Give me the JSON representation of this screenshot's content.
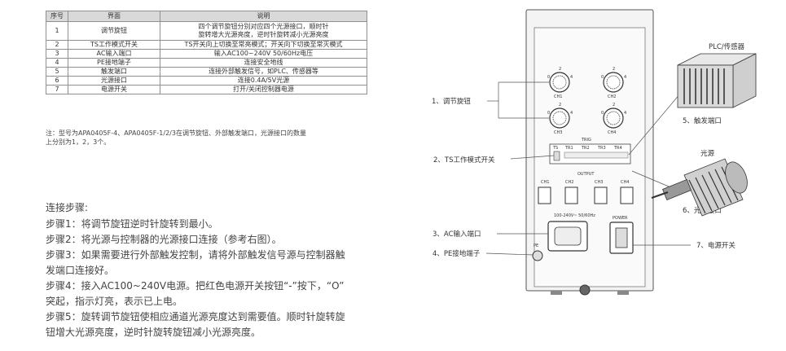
{
  "table": {
    "headers": [
      "序号",
      "界面",
      "说明"
    ],
    "rows": [
      {
        "no": "1",
        "name": "调节旋钮",
        "desc": [
          "四个调节旋钮分别对应四个光源接口，顺时针",
          "旋转增大光源亮度，逆时针旋转减小光源亮度"
        ]
      },
      {
        "no": "2",
        "name": "TS工作模式开关",
        "desc": [
          "TS开关向上切换至常亮模式；开关向下切换至常灭模式"
        ]
      },
      {
        "no": "3",
        "name": "AC输入端口",
        "desc": [
          "输入AC100~240V 50/60Hz电压"
        ]
      },
      {
        "no": "4",
        "name": "PE接地端子",
        "desc": [
          "连接安全地线"
        ]
      },
      {
        "no": "5",
        "name": "触发端口",
        "desc": [
          "连接外部触发信号，如PLC、传感器等"
        ]
      },
      {
        "no": "6",
        "name": "光源接口",
        "desc": [
          "连接0.4A/5V光源"
        ]
      },
      {
        "no": "7",
        "name": "电源开关",
        "desc": [
          "打开/关闭控制器电源"
        ]
      }
    ]
  },
  "note": [
    "注：型号为APA0405F-4、APA0405F-1/2/3在调节旋钮、外部触发端口，光源接口的数量",
    "上分别为1，2，3个。"
  ],
  "steps_title": "连接步骤:",
  "steps": [
    "步骤1：将调节旋钮逆时针旋转到最小。",
    "步骤2：将光源与控制器的光源接口连接（参考右图）。",
    "步骤3：如果需要进行外部触发控制，请将外部触发信号源与控制器触",
    "发端口连接好。",
    "步骤4：接入AC100~240V电源。把红色电源开关按钮“-”按下，“O”",
    "突起，指示灯亮，表示已上电。",
    "步骤5：旋转调节旋钮使相应通道光源亮度达到需要值。顺时针旋转旋",
    "钮增大光源亮度，逆时针旋转旋钮减小光源亮度。"
  ],
  "diagram": {
    "callouts": {
      "knob": "1、调节旋钮",
      "ts": "2、TS工作模式开关",
      "ac": "3、AC输入端口",
      "pe": "4、PE接地端子",
      "trigger": "5、触发端口",
      "light_port": "6、光源接口",
      "power": "7、电源开关"
    },
    "plc_label": "PLC/传感器",
    "light_label": "光源",
    "knobs": [
      "CH1",
      "CH2",
      "CH3",
      "CH4"
    ],
    "knob_ticks": [
      "0",
      "2",
      "4"
    ],
    "trig_title": "TRIG",
    "trig_channels": [
      "TR1",
      "TR2",
      "TR3",
      "TR4"
    ],
    "ts_label": "TS",
    "output_label": "OUTPUT",
    "outputs": [
      "CH1",
      "CH2",
      "CH3",
      "CH4"
    ],
    "ac_rating": "100-240V~ 50/60Hz",
    "power_label": "POWER",
    "pe_label": "PE"
  }
}
